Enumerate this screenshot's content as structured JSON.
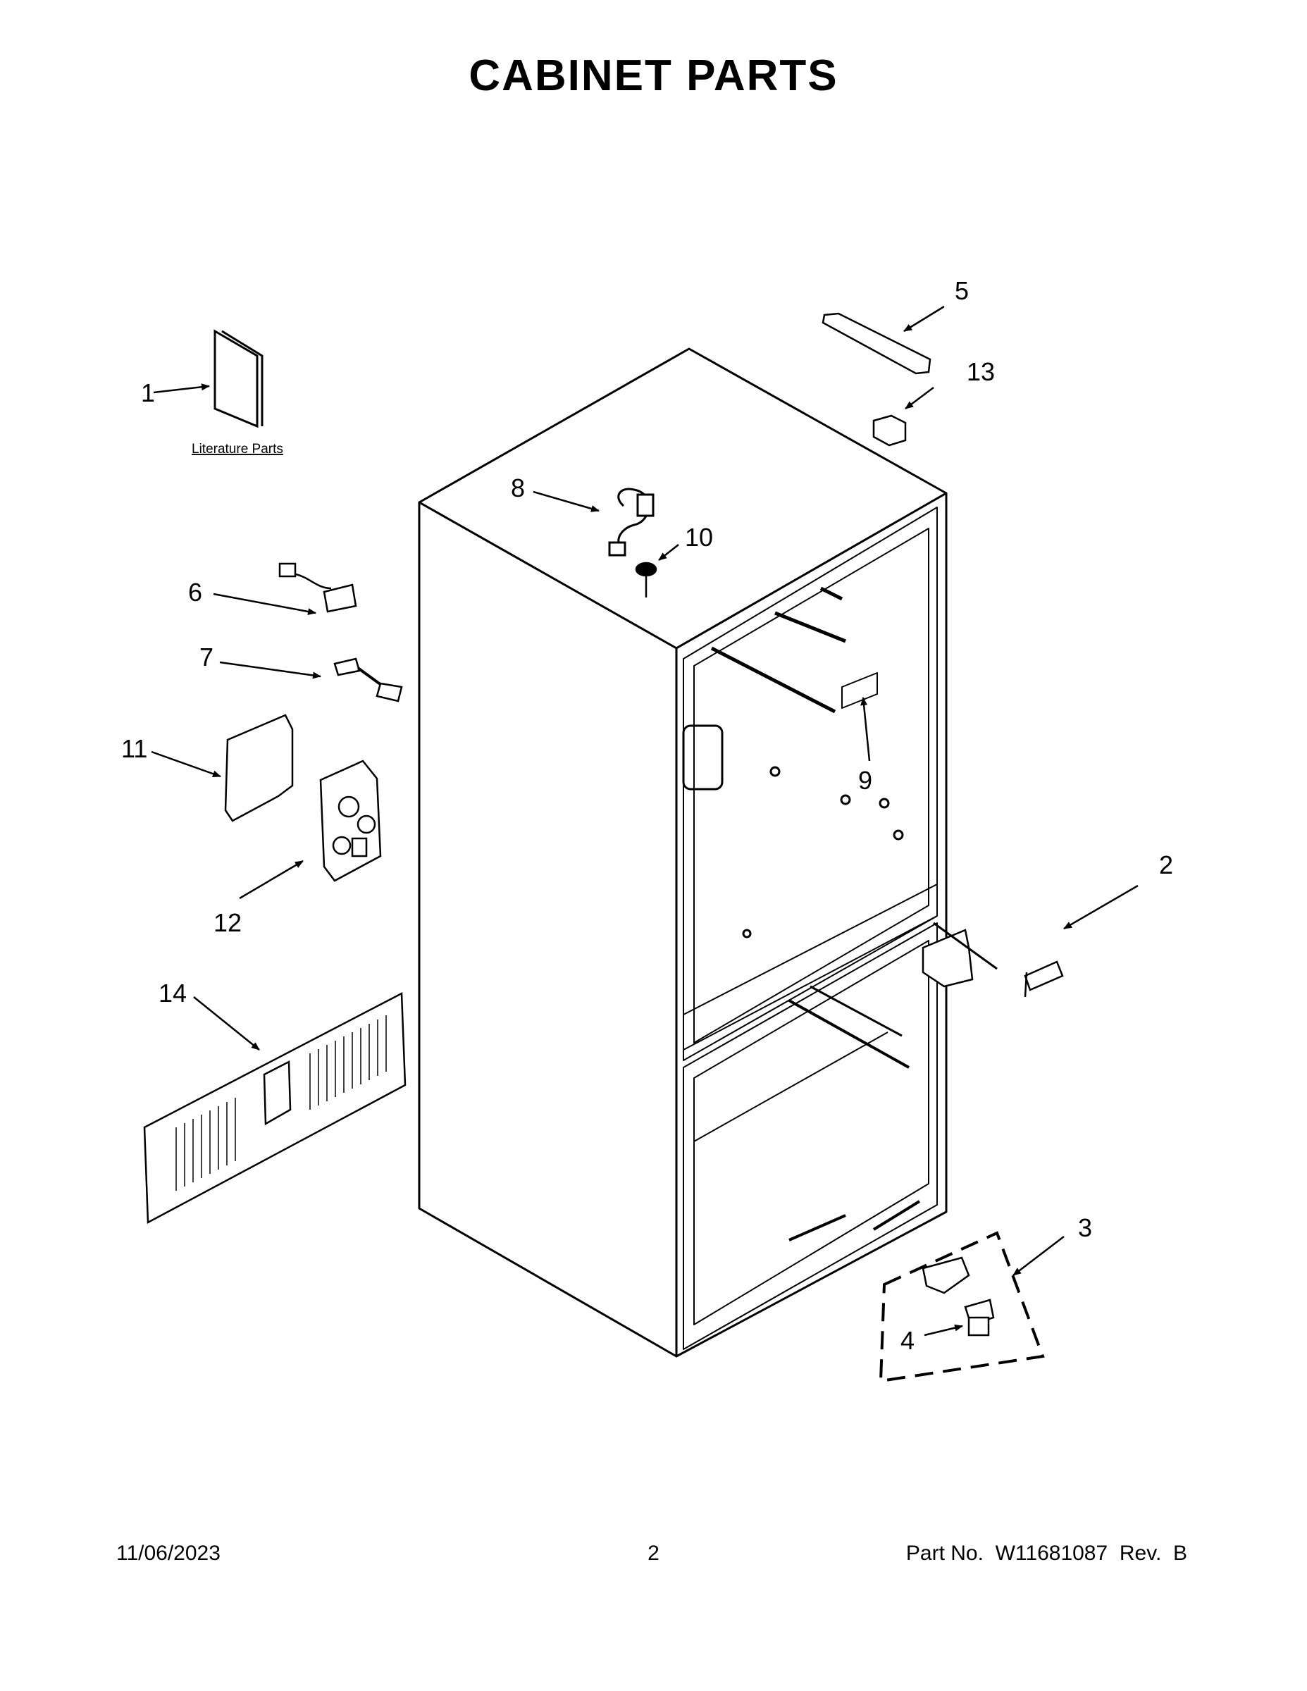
{
  "title": "CABINET PARTS",
  "literature_label": "Literature Parts",
  "callouts": {
    "c1": "1",
    "c2": "2",
    "c3": "3",
    "c4": "4",
    "c5": "5",
    "c6": "6",
    "c7": "7",
    "c8": "8",
    "c9": "9",
    "c10": "10",
    "c11": "11",
    "c12": "12",
    "c13": "13",
    "c14": "14"
  },
  "footer": {
    "date": "11/06/2023",
    "page": "2",
    "part": "Part No.  W11681087  Rev.  B"
  }
}
